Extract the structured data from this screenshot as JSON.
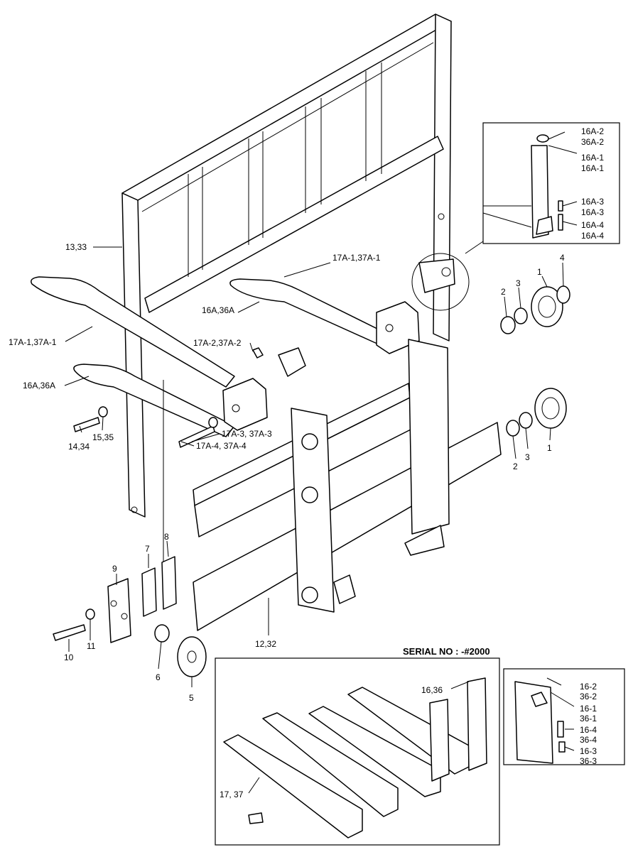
{
  "labels": {
    "l_13_33": "13,33",
    "l_17a1_top": "17A-1,37A-1",
    "l_16a_mid": "16A,36A",
    "l_17a1_left": "17A-1,37A-1",
    "l_16a_left": "16A,36A",
    "l_17a2": "17A-2,37A-2",
    "l_17a3": "17A-3, 37A-3",
    "l_17a4": "17A-4, 37A-4",
    "l_14_34": "14,34",
    "l_15_35": "15,35",
    "l_1_top": "1",
    "l_2_top": "2",
    "l_3_top": "3",
    "l_4_top": "4",
    "l_1_mid": "1",
    "l_2_mid": "2",
    "l_3_mid": "3",
    "l_7": "7",
    "l_8": "8",
    "l_9": "9",
    "l_10": "10",
    "l_11": "11",
    "l_6": "6",
    "l_5": "5",
    "l_12_32": "12,32",
    "i_16a2": "16A-2",
    "i_36a2": "36A-2",
    "i_16a1": "16A-1",
    "i_16a1b": "16A-1",
    "i_16a3": "16A-3",
    "i_16a3b": "16A-3",
    "i_16a4": "16A-4",
    "i_16a4b": "16A-4",
    "serial": "SERIAL NO : -#2000",
    "b_16_36": "16,36",
    "b_17_37": "17, 37",
    "d_16_2": "16-2",
    "d_36_2": "36-2",
    "d_16_1": "16-1",
    "d_36_1": "36-1",
    "d_16_4": "16-4",
    "d_36_4": "36-4",
    "d_16_3": "16-3",
    "d_36_3": "36-3"
  }
}
